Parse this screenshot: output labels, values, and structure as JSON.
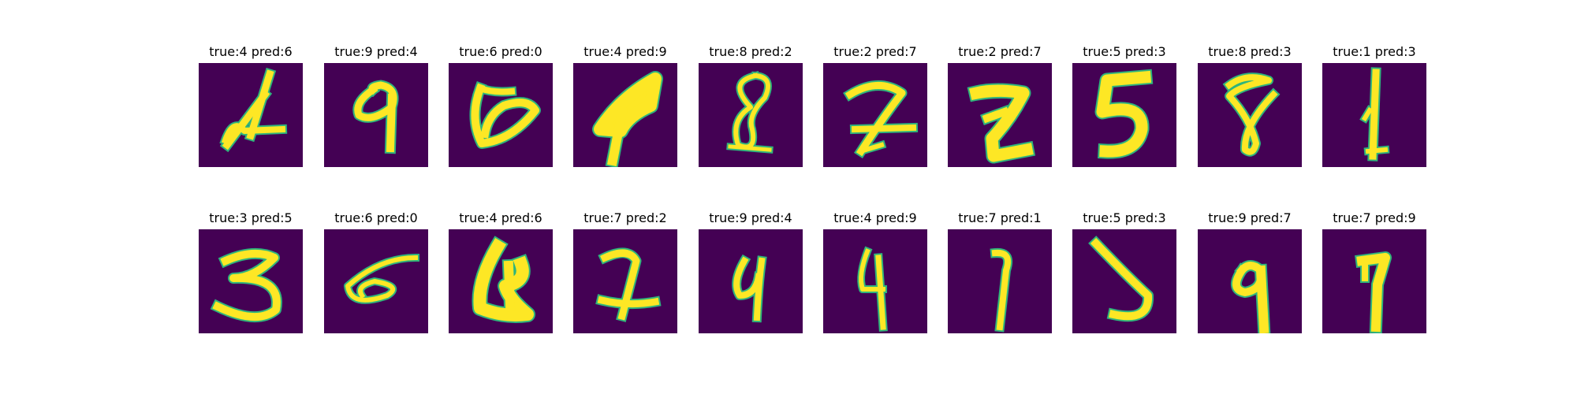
{
  "panel_colors": {
    "background": "#440154",
    "stroke_core": "#fde725",
    "stroke_edge": "#2fb47c"
  },
  "rows": [
    [
      {
        "title": "true:4 pred:6",
        "true": 4,
        "pred": 6,
        "glyph": "4-slanted"
      },
      {
        "title": "true:9 pred:4",
        "true": 9,
        "pred": 4,
        "glyph": "9-loop"
      },
      {
        "title": "true:6 pred:0",
        "true": 6,
        "pred": 0,
        "glyph": "6-wide-loop"
      },
      {
        "title": "true:4 pred:9",
        "true": 4,
        "pred": 9,
        "glyph": "4-filled"
      },
      {
        "title": "true:8 pred:2",
        "true": 8,
        "pred": 2,
        "glyph": "8-thin"
      },
      {
        "title": "true:2 pred:7",
        "true": 2,
        "pred": 7,
        "glyph": "2-crossed"
      },
      {
        "title": "true:2 pred:7",
        "true": 2,
        "pred": 7,
        "glyph": "2-bold"
      },
      {
        "title": "true:5 pred:3",
        "true": 5,
        "pred": 3,
        "glyph": "5-bold"
      },
      {
        "title": "true:8 pred:3",
        "true": 8,
        "pred": 3,
        "glyph": "8-loop"
      },
      {
        "title": "true:1 pred:3",
        "true": 1,
        "pred": 3,
        "glyph": "1-thin"
      }
    ],
    [
      {
        "title": "true:3 pred:5",
        "true": 3,
        "pred": 5,
        "glyph": "3-wide"
      },
      {
        "title": "true:6 pred:0",
        "true": 6,
        "pred": 0,
        "glyph": "6-thin-loop"
      },
      {
        "title": "true:4 pred:6",
        "true": 4,
        "pred": 6,
        "glyph": "4-filled-loop"
      },
      {
        "title": "true:7 pred:2",
        "true": 7,
        "pred": 2,
        "glyph": "7-crossed"
      },
      {
        "title": "true:9 pred:4",
        "true": 9,
        "pred": 4,
        "glyph": "9-narrow"
      },
      {
        "title": "true:4 pred:9",
        "true": 4,
        "pred": 9,
        "glyph": "4-open"
      },
      {
        "title": "true:7 pred:1",
        "true": 7,
        "pred": 1,
        "glyph": "7-slim"
      },
      {
        "title": "true:5 pred:3",
        "true": 5,
        "pred": 3,
        "glyph": "5-slanted"
      },
      {
        "title": "true:9 pred:7",
        "true": 9,
        "pred": 7,
        "glyph": "9-bold"
      },
      {
        "title": "true:7 pred:9",
        "true": 7,
        "pred": 9,
        "glyph": "7-bold"
      }
    ]
  ]
}
